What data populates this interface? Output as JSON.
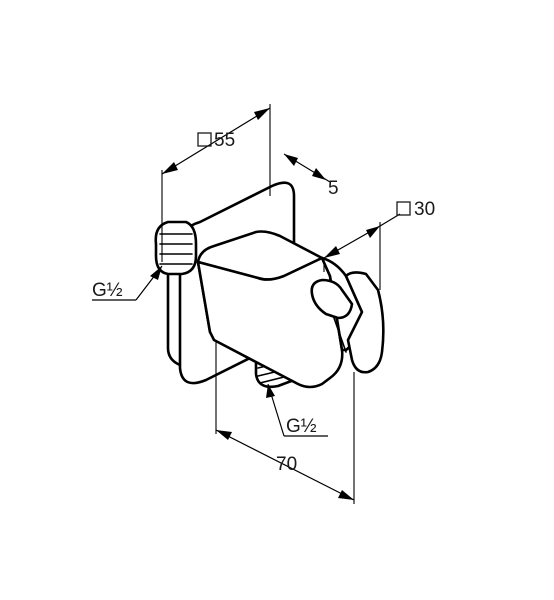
{
  "diagram": {
    "dimensions": {
      "plate_size": "55",
      "plate_thickness": "5",
      "holder_width": "30",
      "total_depth": "70"
    },
    "threads": {
      "rear_inlet": "G½",
      "bottom_outlet": "G½"
    },
    "symbols": {
      "square": "square-dimension-symbol"
    },
    "colors": {
      "line": "#000000",
      "text": "#1a1a1a",
      "background": "#ffffff"
    }
  }
}
